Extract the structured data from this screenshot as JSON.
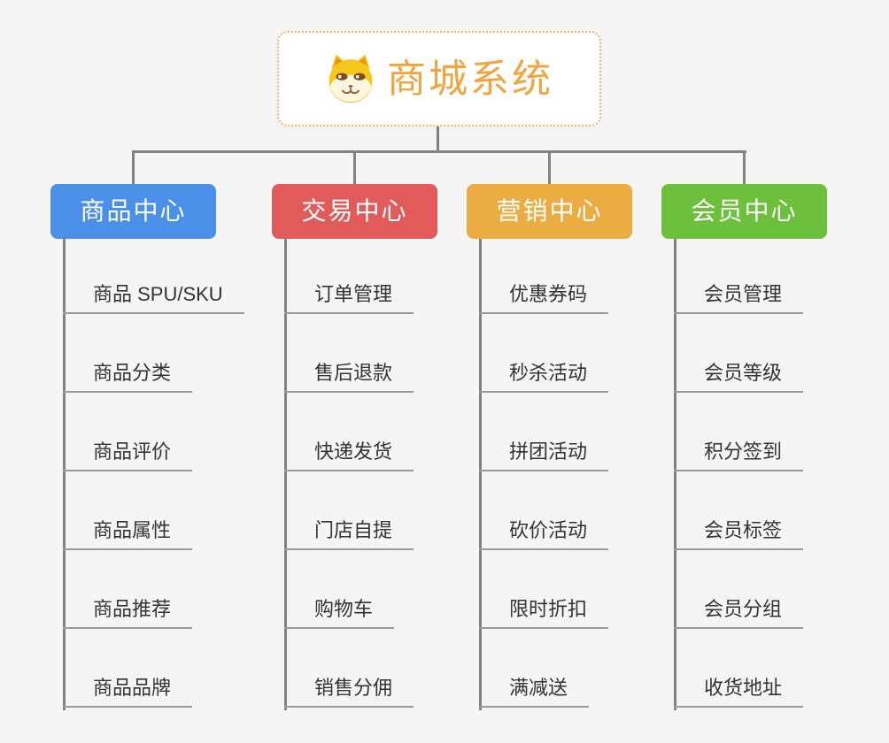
{
  "root": {
    "title": "商城系统",
    "icon": "shiba-dog-icon"
  },
  "branches": [
    {
      "label": "商品中心",
      "color": "#4a8fe8",
      "items": [
        "商品 SPU/SKU",
        "商品分类",
        "商品评价",
        "商品属性",
        "商品推荐",
        "商品品牌"
      ]
    },
    {
      "label": "交易中心",
      "color": "#e25b5b",
      "items": [
        "订单管理",
        "售后退款",
        "快递发货",
        "门店自提",
        "购物车",
        "销售分佣"
      ]
    },
    {
      "label": "营销中心",
      "color": "#ebac41",
      "items": [
        "优惠券码",
        "秒杀活动",
        "拼团活动",
        "砍价活动",
        "限时折扣",
        "满减送"
      ]
    },
    {
      "label": "会员中心",
      "color": "#6dc03c",
      "items": [
        "会员管理",
        "会员等级",
        "积分签到",
        "会员标签",
        "会员分组",
        "收货地址"
      ]
    }
  ],
  "colors": {
    "background": "#f5f5f5",
    "connector": "#828282",
    "underline": "#9b9b9b",
    "leaf_text": "#333333",
    "root_accent": "#f2a53e",
    "root_border": "#f2b45c"
  }
}
